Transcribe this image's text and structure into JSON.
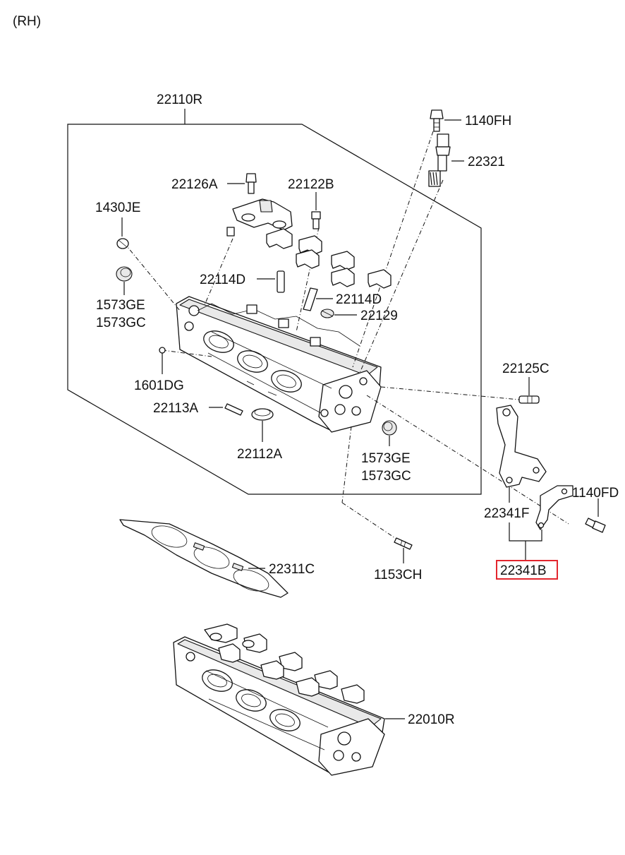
{
  "header": {
    "side_label": "(RH)"
  },
  "labels": {
    "p22110R": "22110R",
    "p1140FH": "1140FH",
    "p22321": "22321",
    "p22126A": "22126A",
    "p22122B": "22122B",
    "p1430JE": "1430JE",
    "p1573GE_a": "1573GE",
    "p1573GC_a": "1573GC",
    "p22114D_a": "22114D",
    "p22114D_b": "22114D",
    "p22129": "22129",
    "p22125C": "22125C",
    "p1601DG": "1601DG",
    "p22113A": "22113A",
    "p22112A": "22112A",
    "p1573GE_b": "1573GE",
    "p1573GC_b": "1573GC",
    "p1140FD": "1140FD",
    "p22341F": "22341F",
    "p22341B": "22341B",
    "p22311C": "22311C",
    "p1153CH": "1153CH",
    "p22010R": "22010R"
  },
  "highlight": {
    "part": "22341B",
    "color": "#e3262e"
  }
}
